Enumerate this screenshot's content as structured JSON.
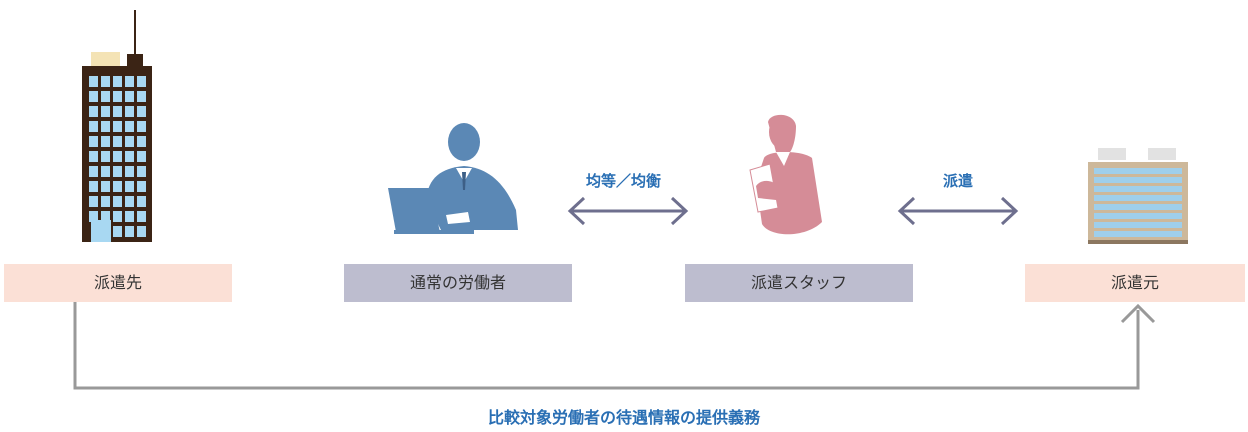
{
  "labels": {
    "dispatch_dest": "派遣先",
    "regular_worker": "通常の労働者",
    "dispatch_staff": "派遣スタッフ",
    "dispatch_source": "派遣元"
  },
  "arrows": {
    "equal_balance": "均等／均衡",
    "dispatch": "派遣"
  },
  "bottom_caption": "比較対象労働者の待遇情報の提供義務",
  "colors": {
    "pink_box": "#fbe0d6",
    "grey_box": "#bdbdcf",
    "worker_blue": "#5b88b5",
    "staff_pink": "#d58c97",
    "arrow": "#6e6f8e",
    "caption_blue": "#2a6fb4",
    "connector": "#999999"
  }
}
